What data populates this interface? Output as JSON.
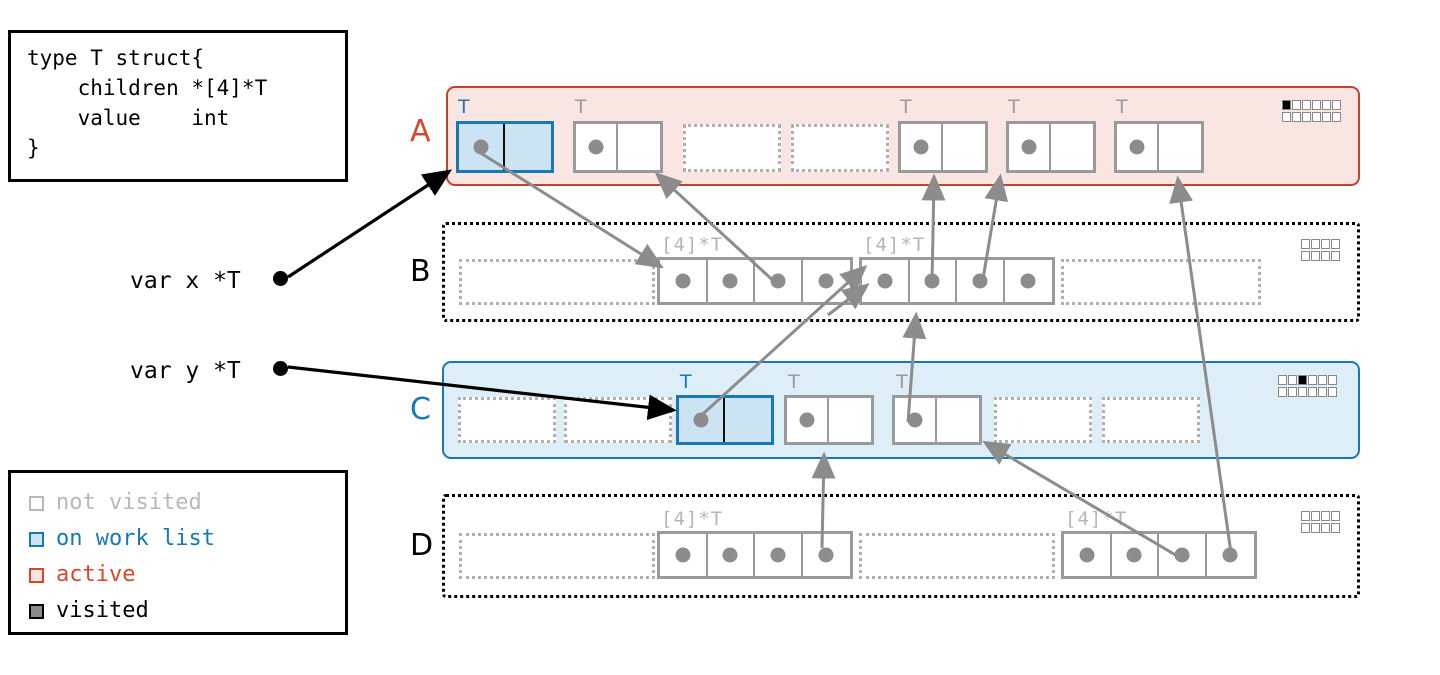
{
  "code_box": {
    "text": "type T struct{\n    children *[4]*T\n    value    int\n}"
  },
  "legend": {
    "items": [
      {
        "label": "not visited",
        "color": "#b8b8b8",
        "fill": "#ffffff"
      },
      {
        "label": "on work list",
        "color": "#1878b4",
        "fill": "#cbe3f2"
      },
      {
        "label": "active",
        "color": "#d8472b",
        "fill": "#f9e6e2"
      },
      {
        "label": "visited",
        "color": "#000000",
        "fill": "#8c8c8c"
      }
    ]
  },
  "variables": [
    {
      "label": "var x *T",
      "target": "A-object-1"
    },
    {
      "label": "var y *T",
      "target": "C-object-3"
    }
  ],
  "rows": [
    {
      "id": "A",
      "label": "A",
      "label_color": "#d8472b",
      "state": "active",
      "band_fill": "#f9e6e2",
      "band_border": "#c0432a",
      "band_style": "solid",
      "type_label": "T",
      "slots": [
        {
          "kind": "object",
          "state": "on-work-list",
          "type_label": "T",
          "has_pointer": true
        },
        {
          "kind": "object",
          "state": "not-visited",
          "type_label": "T",
          "has_pointer": true
        },
        {
          "kind": "empty"
        },
        {
          "kind": "empty"
        },
        {
          "kind": "object",
          "state": "not-visited",
          "type_label": "T",
          "has_pointer": true
        },
        {
          "kind": "object",
          "state": "not-visited",
          "type_label": "T",
          "has_pointer": true
        },
        {
          "kind": "object",
          "state": "not-visited",
          "type_label": "T",
          "has_pointer": true
        }
      ],
      "bitmap": {
        "rows": 2,
        "cols": 6,
        "on": [
          [
            0,
            0
          ]
        ]
      }
    },
    {
      "id": "B",
      "label": "B",
      "label_color": "#000000",
      "state": "not-visited",
      "band_fill": "transparent",
      "band_border": "#000000",
      "band_style": "dotted",
      "array_label": "[4]*T",
      "slots": [
        {
          "kind": "empty-wide"
        },
        {
          "kind": "array",
          "label": "[4]*T",
          "cells": [
            true,
            true,
            true,
            true
          ]
        },
        {
          "kind": "array",
          "label": "[4]*T",
          "cells": [
            true,
            true,
            true,
            true
          ]
        },
        {
          "kind": "empty-wide"
        }
      ],
      "bitmap": {
        "rows": 2,
        "cols": 4,
        "on": []
      }
    },
    {
      "id": "C",
      "label": "C",
      "label_color": "#1878b4",
      "state": "on-work-list",
      "band_fill": "#ddeef8",
      "band_border": "#1878b4",
      "band_style": "solid",
      "type_label": "T",
      "slots": [
        {
          "kind": "empty"
        },
        {
          "kind": "empty"
        },
        {
          "kind": "object",
          "state": "on-work-list",
          "type_label": "T",
          "has_pointer": true
        },
        {
          "kind": "object",
          "state": "not-visited",
          "type_label": "T",
          "has_pointer": true
        },
        {
          "kind": "object",
          "state": "not-visited",
          "type_label": "T",
          "has_pointer": true
        },
        {
          "kind": "empty"
        },
        {
          "kind": "empty"
        }
      ],
      "bitmap": {
        "rows": 2,
        "cols": 6,
        "on": [
          [
            0,
            2
          ]
        ]
      }
    },
    {
      "id": "D",
      "label": "D",
      "label_color": "#000000",
      "state": "not-visited",
      "band_fill": "transparent",
      "band_border": "#000000",
      "band_style": "dotted",
      "array_label": "[4]*T",
      "slots": [
        {
          "kind": "empty-wide"
        },
        {
          "kind": "array",
          "label": "[4]*T",
          "cells": [
            true,
            true,
            true,
            true
          ]
        },
        {
          "kind": "empty-wide"
        },
        {
          "kind": "array",
          "label": "[4]*T",
          "cells": [
            true,
            true,
            true,
            true
          ]
        }
      ],
      "bitmap": {
        "rows": 2,
        "cols": 4,
        "on": []
      }
    }
  ],
  "colors": {
    "active": "#d8472b",
    "on_work_list": "#1878b4",
    "not_visited": "#9a9a9a",
    "visited": "#000000",
    "pointer_dot": "#8c8c8c",
    "arrow": "#8c8c8c",
    "root_arrow": "#000000"
  }
}
